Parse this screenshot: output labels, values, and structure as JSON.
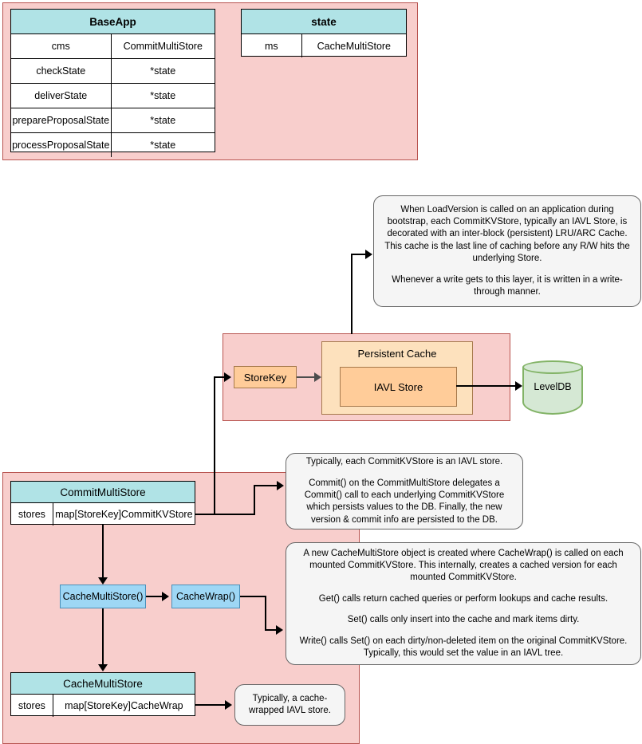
{
  "diagram": {
    "title": "Cosmos SDK store / cache architecture diagram"
  },
  "baseapp_table": {
    "header": "BaseApp",
    "rows": [
      {
        "field": "cms",
        "type": "CommitMultiStore"
      },
      {
        "field": "checkState",
        "type": "*state"
      },
      {
        "field": "deliverState",
        "type": "*state"
      },
      {
        "field": "prepareProposalState",
        "type": "*state"
      },
      {
        "field": "processProposalState",
        "type": "*state"
      }
    ]
  },
  "state_table": {
    "header": "state",
    "rows": [
      {
        "field": "ms",
        "type": "CacheMultiStore"
      }
    ]
  },
  "persistent_cache": {
    "store_key_label": "StoreKey",
    "cache_title": "Persistent Cache",
    "inner_store_label": "IAVL Store",
    "database_label": "LevelDB"
  },
  "commit_multi_store_table": {
    "header": "CommitMultiStore",
    "rows": [
      {
        "field": "stores",
        "type": "map[StoreKey]CommitKVStore"
      }
    ]
  },
  "cache_multi_store_table": {
    "header": "CacheMultiStore",
    "rows": [
      {
        "field": "stores",
        "type": "map[StoreKey]CacheWrap"
      }
    ]
  },
  "call_boxes": {
    "cache_multi_store_call": "CacheMultiStore()",
    "cache_wrap_call": "CacheWrap()"
  },
  "notes": {
    "load_version": {
      "paragraphs": [
        "When LoadVersion is called on an application during bootstrap, each CommitKVStore, typically an IAVL Store, is decorated with an inter-block (persistent) LRU/ARC Cache. This cache is the last line of caching before any R/W hits the underlying Store.",
        "Whenever a write gets to this layer, it is written in a write-through manner."
      ]
    },
    "commit_kv_store": {
      "paragraphs": [
        "Typically, each CommitKVStore is an IAVL store.",
        "Commit() on the CommitMultiStore delegates a Commit() call to each underlying CommitKVStore which persists values to the DB. Finally, the new version & commit info are persisted to the DB."
      ]
    },
    "cache_wrap": {
      "paragraphs": [
        "A new CacheMultiStore object is created where CacheWrap() is called on each mounted CommitKVStore. This internally, creates a cached version for each mounted CommitKVStore.",
        "Get() calls return cached queries or perform lookups and cache results.",
        "Set() calls only insert into the cache and mark items dirty.",
        "Write() calls Set() on each dirty/non-deleted item on the original CommitKVStore. Typically, this would set the value in an IAVL tree."
      ]
    },
    "cache_wrapped": {
      "paragraphs": [
        "Typically, a cache-wrapped IAVL store."
      ]
    }
  },
  "colors": {
    "pink_fill": "#f8cecc",
    "pink_stroke": "#b85450",
    "teal_header": "#b0e3e6",
    "orange_fill": "#ffcc99",
    "orange_light_fill": "#fde1bd",
    "orange_stroke": "#a6794c",
    "blue_fill": "#9ed7f5",
    "blue_stroke": "#4a8fb8",
    "green_fill": "#d5e8d4",
    "green_stroke": "#82b366",
    "note_fill": "#f5f5f5",
    "note_stroke": "#666666"
  }
}
